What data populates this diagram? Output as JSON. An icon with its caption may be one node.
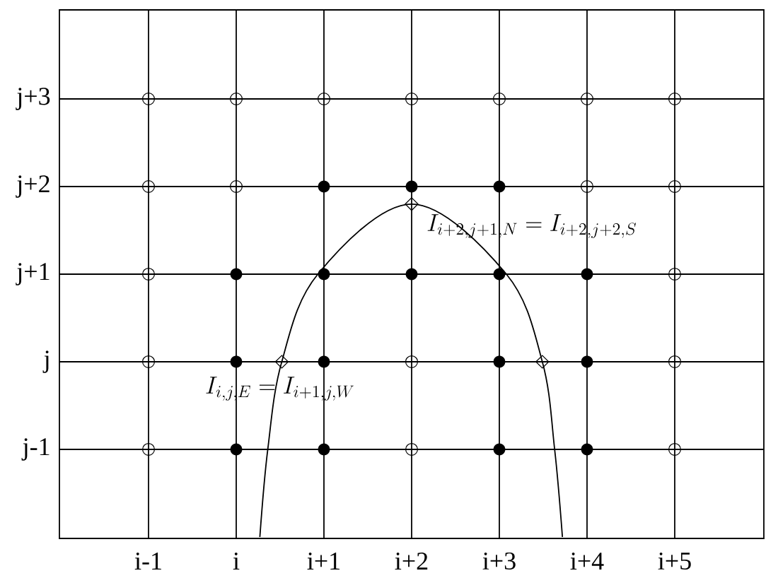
{
  "diagram": {
    "labels": [
      "j+3",
      "j+2",
      "I_{i+2,j+1,N} = I_{i+2,j+2,S}",
      "j+1",
      "j",
      "I_{i,j,E} = I_{i+1,j,W}",
      "j-1",
      "i-1",
      "i",
      "i+1",
      "i+2",
      "i+3",
      "i+4",
      "i+5"
    ]
  }
}
